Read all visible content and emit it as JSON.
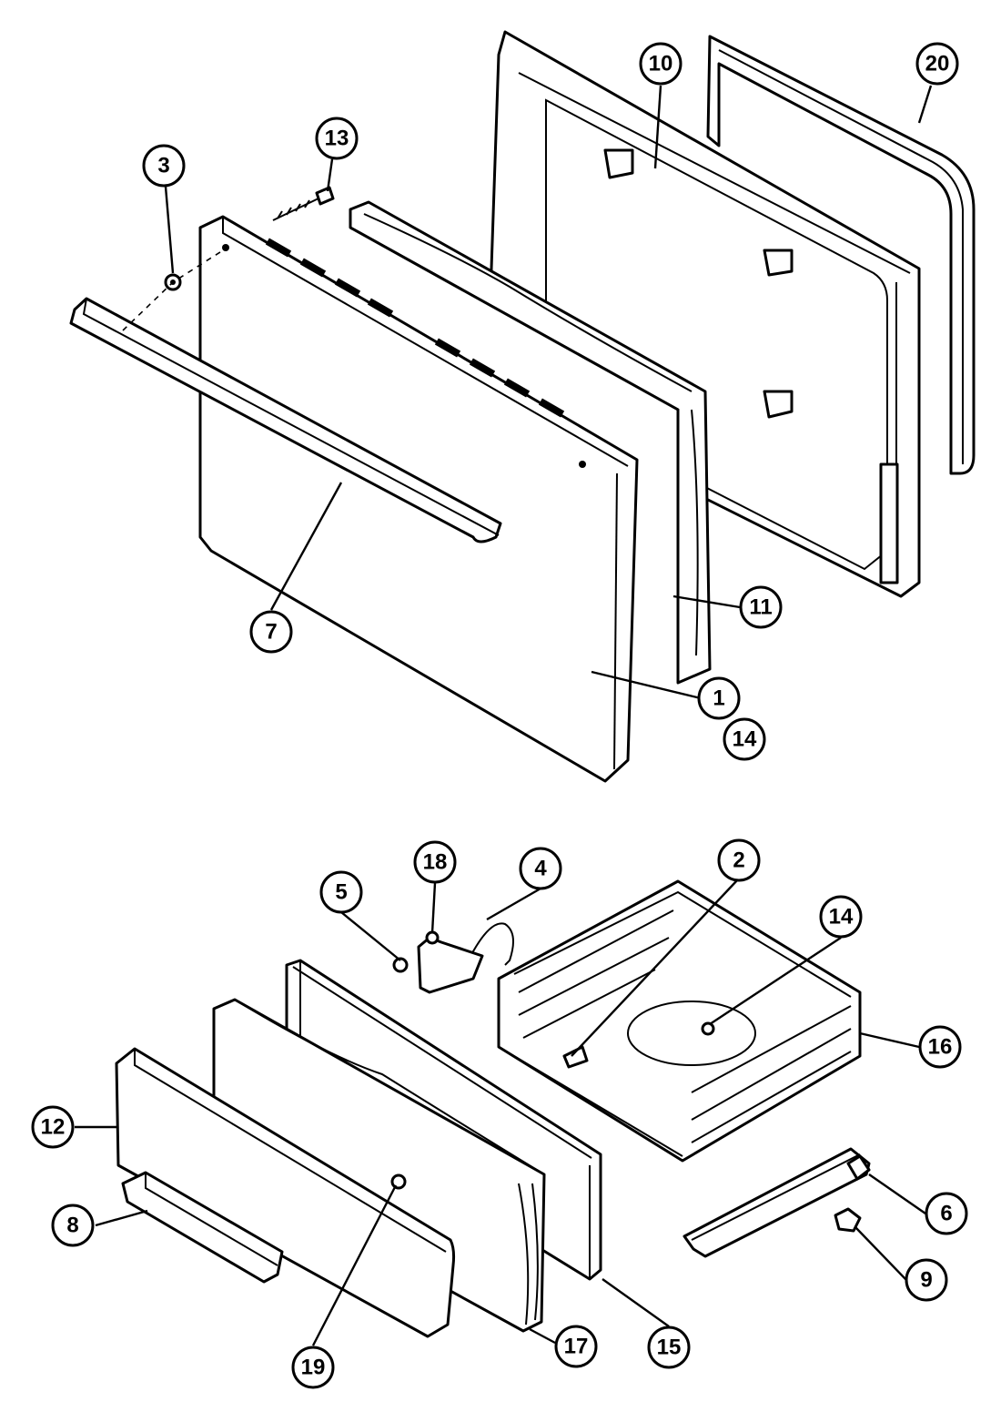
{
  "diagram": {
    "callouts": [
      "1",
      "2",
      "3",
      "4",
      "5",
      "6",
      "7",
      "8",
      "9",
      "10",
      "11",
      "12",
      "13",
      "14",
      "14",
      "15",
      "16",
      "17",
      "18",
      "19",
      "20"
    ]
  },
  "colors": {
    "ink": "#000000",
    "paper": "#ffffff"
  }
}
